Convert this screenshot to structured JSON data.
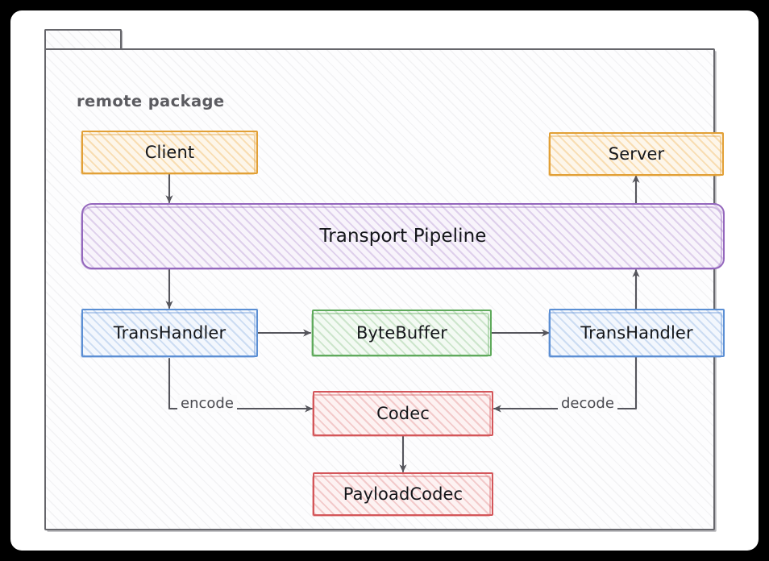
{
  "diagram": {
    "title": "remote package",
    "package_label": "remote package",
    "background_color": "#000000",
    "canvas_color": "#ffffff",
    "style": "hand-drawn sketch",
    "nodes": [
      {
        "id": "client",
        "label": "Client",
        "color": "#e2a036",
        "shape": "rect"
      },
      {
        "id": "server",
        "label": "Server",
        "color": "#e2a036",
        "shape": "rect"
      },
      {
        "id": "pipeline",
        "label": "Transport Pipeline",
        "color": "#9467bd",
        "shape": "rounded-rect"
      },
      {
        "id": "transhandler_l",
        "label": "TransHandler",
        "color": "#5b8fd4",
        "shape": "rect"
      },
      {
        "id": "bytebuffer",
        "label": "ByteBuffer",
        "color": "#5faa5c",
        "shape": "rect"
      },
      {
        "id": "transhandler_r",
        "label": "TransHandler",
        "color": "#5b8fd4",
        "shape": "rect"
      },
      {
        "id": "codec",
        "label": "Codec",
        "color": "#d4565a",
        "shape": "rect"
      },
      {
        "id": "payloadcodec",
        "label": "PayloadCodec",
        "color": "#d4565a",
        "shape": "rect"
      }
    ],
    "edges": [
      {
        "from": "client",
        "to": "pipeline",
        "label": ""
      },
      {
        "from": "pipeline",
        "to": "server",
        "label": ""
      },
      {
        "from": "pipeline",
        "to": "transhandler_l",
        "label": ""
      },
      {
        "from": "transhandler_l",
        "to": "bytebuffer",
        "label": ""
      },
      {
        "from": "bytebuffer",
        "to": "transhandler_r",
        "label": ""
      },
      {
        "from": "transhandler_l",
        "to": "codec",
        "label": "encode"
      },
      {
        "from": "transhandler_r",
        "to": "codec",
        "label": "decode"
      },
      {
        "from": "transhandler_r",
        "to": "pipeline",
        "label": ""
      },
      {
        "from": "codec",
        "to": "payloadcodec",
        "label": ""
      }
    ],
    "edge_labels": {
      "encode": "encode",
      "decode": "decode"
    }
  }
}
